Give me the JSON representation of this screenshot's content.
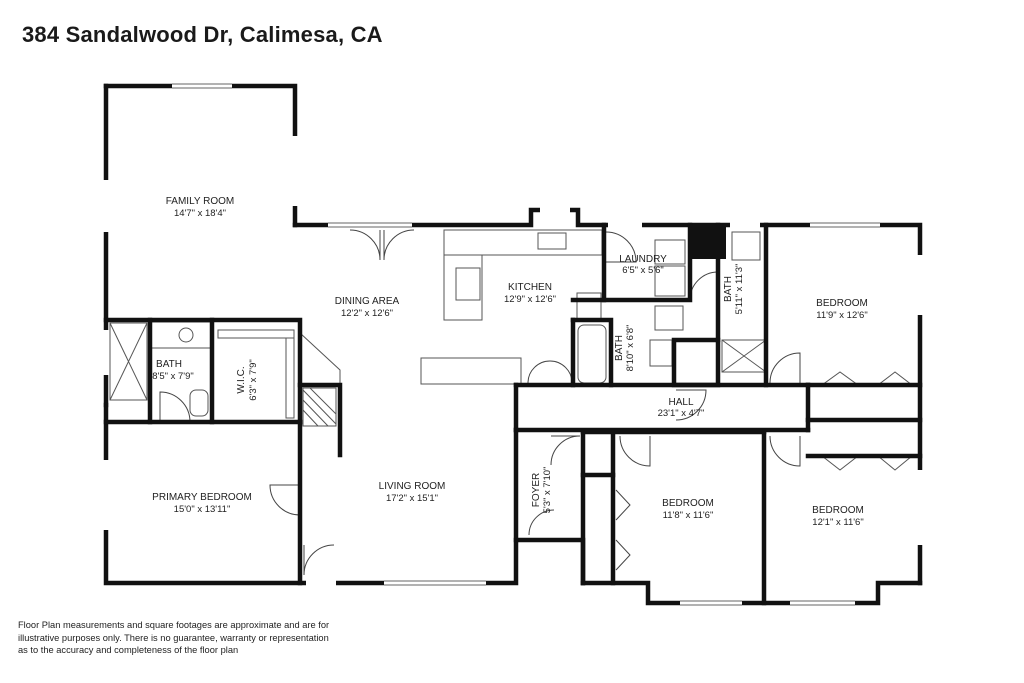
{
  "header": {
    "title": "384 Sandalwood Dr, Calimesa, CA"
  },
  "rooms": {
    "family_room": {
      "name": "FAMILY ROOM",
      "dim": "14'7\" x 18'4\""
    },
    "dining_area": {
      "name": "DINING AREA",
      "dim": "12'2\" x 12'6\""
    },
    "kitchen": {
      "name": "KITCHEN",
      "dim": "12'9\" x 12'6\""
    },
    "laundry": {
      "name": "LAUNDRY",
      "dim": "6'5\" x 5'6\""
    },
    "bath_east": {
      "name": "BATH",
      "dim": "5'11\" x 11'3\""
    },
    "bedroom_ne": {
      "name": "BEDROOM",
      "dim": "11'9\" x 12'6\""
    },
    "bath_primary": {
      "name": "BATH",
      "dim": "8'5\" x 7'9\""
    },
    "wic": {
      "name": "W.I.C.",
      "dim": "6'3\" x 7'9\""
    },
    "bath_hall": {
      "name": "BATH",
      "dim": "8'10\" x 6'8\""
    },
    "hall": {
      "name": "HALL",
      "dim": "23'1\" x 4'7\""
    },
    "primary_bedroom": {
      "name": "PRIMARY BEDROOM",
      "dim": "15'0\" x 13'11\""
    },
    "living_room": {
      "name": "LIVING ROOM",
      "dim": "17'2\" x 15'1\""
    },
    "foyer": {
      "name": "FOYER",
      "dim": "5'3\" x 7'10\""
    },
    "bedroom_mid": {
      "name": "BEDROOM",
      "dim": "11'8\" x 11'6\""
    },
    "bedroom_se": {
      "name": "BEDROOM",
      "dim": "12'1\" x 11'6\""
    }
  },
  "disclaimer": {
    "line1": "Floor Plan measurements and square footages are approximate and are for",
    "line2": "illustrative purposes only. There is no guarantee, warranty or representation",
    "line3": "as to the accuracy and completeness of the floor plan"
  }
}
